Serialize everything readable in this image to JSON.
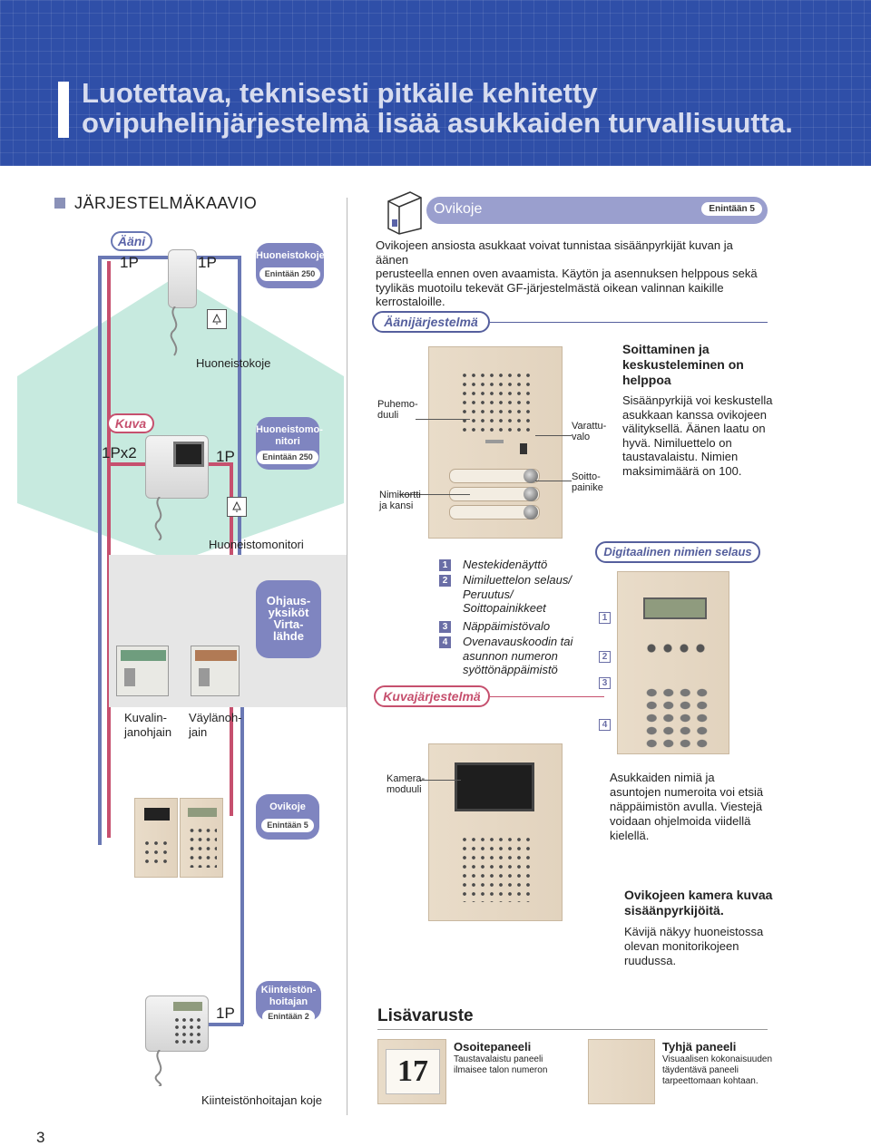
{
  "header": {
    "title_line1": "Luotettava, teknisesti pitkälle kehitetty",
    "title_line2": "ovipuhelinjärjestelmä lisää asukkaiden turvallisuutta."
  },
  "scheme": {
    "section_title": "JÄRJESTELMÄKAAVIO",
    "aani_tag": "Ääni",
    "kuva_tag": "Kuva",
    "one_p": "1P",
    "one_p_x2": "1Px2",
    "huoneistokoje_pill": {
      "name": "Huoneistokoje",
      "limit": "Enintään 250"
    },
    "huoneistomonitori_pill": {
      "name_line1": "Huoneistomo-",
      "name_line2": "nitori",
      "limit": "Enintään 250"
    },
    "ohjaus_pill": {
      "line1": "Ohjaus-",
      "line2": "yksiköt",
      "line3": "Virta-",
      "line4": "lähde"
    },
    "ovikoje_pill": {
      "name": "Ovikoje",
      "limit": "Enintään 5"
    },
    "kiinteisto_pill": {
      "line1": "Kiinteistön-",
      "line2": "hoitajan",
      "limit": "Enintään 2"
    },
    "label_huoneistokoje": "Huoneistokoje",
    "label_huoneistomonitori": "Huoneistomonitori",
    "label_kuvalin_1": "Kuvalin-",
    "label_kuvalin_2": "janohjain",
    "label_vaylan_1": "Väylänoh-",
    "label_vaylan_2": "jain",
    "label_kiinteisto": "Kiinteistönhoitajan koje"
  },
  "ovikoje": {
    "title": "Ovikoje",
    "limit": "Enintään 5",
    "description_line1": "Ovikojeen ansiosta asukkaat voivat tunnistaa sisäänpyrkijät kuvan ja äänen",
    "description_line2": "perusteella ennen oven avaamista. Käytön ja asennuksen helppous sekä",
    "description_line3": "tyylikäs muotoilu tekevät GF-järjestelmästä oikean valinnan kaikille",
    "description_line4": "kerrostaloille."
  },
  "aanijarjestelma": {
    "title": "Äänijärjestelmä",
    "puhe_1": "Puhemo-",
    "puhe_2": "duuli",
    "nimi_1": "Nimikortti",
    "nimi_2": "ja kansi",
    "varattu_1": "Varattu-",
    "varattu_2": "valo",
    "soitto_1": "Soitto-",
    "soitto_2": "painike",
    "heading_line1": "Soittaminen ja",
    "heading_line2": "keskusteleminen on",
    "heading_line3": "helppoa",
    "body_line1": "Sisäänpyrkijä voi keskustella",
    "body_line2": "asukkaan kanssa ovikojeen",
    "body_line3": "välityksellä. Äänen laatu on",
    "body_line4": "hyvä. Nimiluettelo on",
    "body_line5": "taustavalaistu. Nimien",
    "body_line6": "maksimimäärä on 100."
  },
  "digital": {
    "title": "Digitaalinen nimien selaus",
    "list": [
      {
        "num": "1",
        "lines": [
          "Nestekidenäyttö"
        ]
      },
      {
        "num": "2",
        "lines": [
          "Nimiluettelon selaus/",
          "Peruutus/",
          "Soittopainikkeet"
        ]
      },
      {
        "num": "3",
        "lines": [
          "Näppäimistövalo"
        ]
      },
      {
        "num": "4",
        "lines": [
          "Ovenavauskoodin tai",
          "asunnon numeron",
          "syöttönäppäimistö"
        ]
      }
    ],
    "badge1": "1",
    "badge2": "2",
    "badge3": "3",
    "badge4": "4",
    "body_line1": "Asukkaiden nimiä ja",
    "body_line2": "asuntojen numeroita voi etsiä",
    "body_line3": "näppäimistön avulla. Viestejä",
    "body_line4": "voidaan ohjelmoida viidellä",
    "body_line5": "kielellä."
  },
  "kuvajarjestelma": {
    "title": "Kuvajärjestelmä",
    "kamera_1": "Kamera-",
    "kamera_2": "moduuli",
    "heading_line1": "Ovikojeen kamera kuvaa",
    "heading_line2": "sisäänpyrkijöitä.",
    "body_line1": "Kävijä näkyy huoneistossa",
    "body_line2": "olevan monitorikojeen",
    "body_line3": "ruudussa."
  },
  "lisavaruste": {
    "title": "Lisävaruste",
    "osoite_title": "Osoitepaneeli",
    "osoite_line1": "Taustavalaistu paneeli",
    "osoite_line2": "ilmaisee talon numeron",
    "osoite_number": "17",
    "tyhja_title": "Tyhjä paneeli",
    "tyhja_line1": "Visuaalisen kokonaisuuden",
    "tyhja_line2": "täydentävä paneeli",
    "tyhja_line3": "tarpeettomaan kohtaan."
  },
  "page_number": "3",
  "colors": {
    "header_blue": "#2f4fa8",
    "accent_violet": "#7f85c0",
    "accent_red": "#c6506e",
    "teal": "#bfe6dc"
  }
}
